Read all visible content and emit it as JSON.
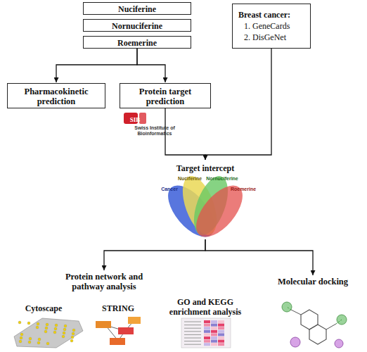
{
  "diagram": {
    "nodes": [
      {
        "text": [
          "Nuciferine"
        ]
      },
      {
        "text": [
          "Nornuciferine"
        ]
      },
      {
        "text": [
          "Roemerine"
        ]
      },
      {
        "text": [
          "Breast cancer:",
          "1. GeneCards",
          "2. DisGeNet"
        ]
      },
      {
        "text": [
          "Pharmacokinetic prediction"
        ]
      },
      {
        "text": [
          "Protein target prediction"
        ]
      },
      {
        "text": [
          "Target intercept"
        ]
      },
      {
        "text": [
          "Protein network and pathway analysis"
        ]
      },
      {
        "text": [
          "Molecular docking"
        ]
      }
    ],
    "edges": [
      {
        "from": 2,
        "to": 4,
        "arrow": "to"
      },
      {
        "from": 2,
        "to": 5,
        "arrow": "to"
      },
      {
        "from": 5,
        "to": 6,
        "arrow": "to"
      },
      {
        "from": 3,
        "to": 6,
        "arrow": "to"
      },
      {
        "from": 6,
        "to": 7,
        "arrow": "to"
      },
      {
        "from": 6,
        "to": 8,
        "arrow": "to"
      }
    ],
    "labels": [
      "SIB",
      "Swiss Institute of Bioinformatics",
      "Cancer",
      "Nuciferine",
      "Nornuciferine",
      "Roemerine",
      "Cytoscape",
      "STRING",
      "GO and KEGG enrichment analysis"
    ]
  }
}
